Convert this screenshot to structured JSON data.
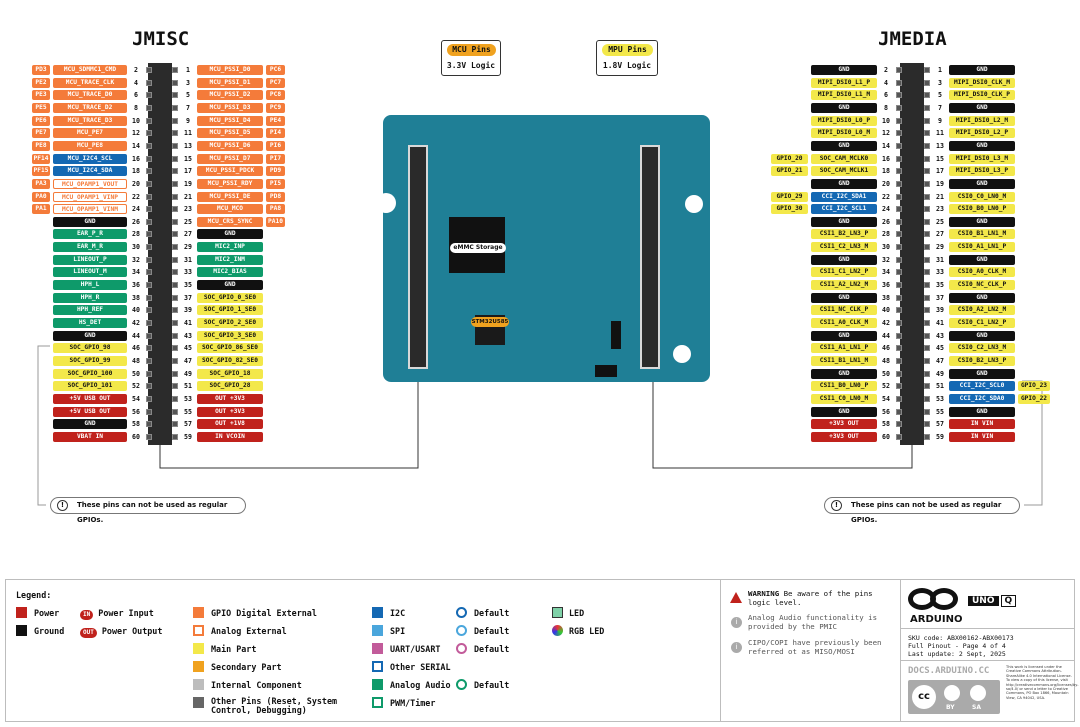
{
  "titles": {
    "left": "JMISC",
    "right": "JMEDIA"
  },
  "boxes": {
    "mcu_tag": "MCU Pins",
    "mcu_sub": "3.3V Logic",
    "mpu_tag": "MPU Pins",
    "mpu_sub": "1.8V Logic"
  },
  "board_labels": {
    "emmc": "eMMC Storage",
    "stm": "STM32U585"
  },
  "notes": {
    "left": "These pins can not be used as regular GPIOs.",
    "right": "These pins can not be used as regular GPIOs."
  },
  "colors": {
    "orange": "#f47b3a",
    "black": "#111111",
    "yellow": "#f3e84a",
    "green": "#0e9a6a",
    "red": "#c0221c",
    "blue": "#1468b3",
    "lightblue": "#4aa6dc",
    "gold": "#f0a21f",
    "teal": "#1f7f96"
  },
  "jmisc_left": [
    {
      "n": "2",
      "labels": [
        [
          "PD3",
          "orange"
        ],
        [
          "MCU_SDMMC1_CMD",
          "orange"
        ]
      ]
    },
    {
      "n": "4",
      "labels": [
        [
          "PE2",
          "orange"
        ],
        [
          "MCU_TRACE_CLK",
          "orange"
        ]
      ]
    },
    {
      "n": "6",
      "labels": [
        [
          "PE3",
          "orange"
        ],
        [
          "MCU_TRACE_D0",
          "orange"
        ]
      ]
    },
    {
      "n": "8",
      "labels": [
        [
          "PE5",
          "orange"
        ],
        [
          "MCU_TRACE_D2",
          "orange"
        ]
      ]
    },
    {
      "n": "10",
      "labels": [
        [
          "PE6",
          "orange"
        ],
        [
          "MCU_TRACE_D3",
          "orange"
        ]
      ]
    },
    {
      "n": "12",
      "labels": [
        [
          "PE7",
          "orange"
        ],
        [
          "MCU_PE7",
          "orange"
        ]
      ]
    },
    {
      "n": "14",
      "labels": [
        [
          "PE8",
          "orange"
        ],
        [
          "MCU_PE8",
          "orange"
        ]
      ]
    },
    {
      "n": "16",
      "labels": [
        [
          "PF14",
          "orange"
        ],
        [
          "MCU_I2C4_SCL",
          "blue"
        ]
      ]
    },
    {
      "n": "18",
      "labels": [
        [
          "PF15",
          "orange"
        ],
        [
          "MCU_I2C4_SDA",
          "blue"
        ]
      ]
    },
    {
      "n": "20",
      "labels": [
        [
          "PA3",
          "orange"
        ],
        [
          "MCU_OPAMP1_VOUT",
          "outline"
        ]
      ]
    },
    {
      "n": "22",
      "labels": [
        [
          "PA0",
          "orange"
        ],
        [
          "MCU_OPAMP1_VINP",
          "outline"
        ]
      ]
    },
    {
      "n": "24",
      "labels": [
        [
          "PA1",
          "orange"
        ],
        [
          "MCU_OPAMP1_VINM",
          "outline"
        ]
      ]
    },
    {
      "n": "26",
      "labels": [
        [
          "GND",
          "black"
        ]
      ]
    },
    {
      "n": "28",
      "labels": [
        [
          "EAR_P_R",
          "green"
        ]
      ]
    },
    {
      "n": "30",
      "labels": [
        [
          "EAR_M_R",
          "green"
        ]
      ]
    },
    {
      "n": "32",
      "labels": [
        [
          "LINEOUT_P",
          "green"
        ]
      ]
    },
    {
      "n": "34",
      "labels": [
        [
          "LINEOUT_M",
          "green"
        ]
      ]
    },
    {
      "n": "36",
      "labels": [
        [
          "HPH_L",
          "green"
        ]
      ]
    },
    {
      "n": "38",
      "labels": [
        [
          "HPH_R",
          "green"
        ]
      ]
    },
    {
      "n": "40",
      "labels": [
        [
          "HPH_REF",
          "green"
        ]
      ]
    },
    {
      "n": "42",
      "labels": [
        [
          "HS_DET",
          "green"
        ]
      ]
    },
    {
      "n": "44",
      "labels": [
        [
          "GND",
          "black"
        ]
      ]
    },
    {
      "n": "46",
      "labels": [
        [
          "SOC_GPIO_98",
          "yellow"
        ]
      ]
    },
    {
      "n": "48",
      "labels": [
        [
          "SOC_GPIO_99",
          "yellow"
        ]
      ]
    },
    {
      "n": "50",
      "labels": [
        [
          "SOC_GPIO_100",
          "yellow"
        ]
      ]
    },
    {
      "n": "52",
      "labels": [
        [
          "SOC_GPIO_101",
          "yellow"
        ]
      ]
    },
    {
      "n": "54",
      "labels": [
        [
          "+5V USB OUT",
          "red"
        ]
      ]
    },
    {
      "n": "56",
      "labels": [
        [
          "+5V USB OUT",
          "red"
        ]
      ]
    },
    {
      "n": "58",
      "labels": [
        [
          "GND",
          "black"
        ]
      ]
    },
    {
      "n": "60",
      "labels": [
        [
          "VBAT IN",
          "red"
        ]
      ]
    }
  ],
  "jmisc_right": [
    {
      "n": "1",
      "labels": [
        [
          "MCU_PSSI_D0",
          "orange"
        ],
        [
          "PC6",
          "orange"
        ]
      ]
    },
    {
      "n": "3",
      "labels": [
        [
          "MCU_PSSI_D1",
          "orange"
        ],
        [
          "PC7",
          "orange"
        ]
      ]
    },
    {
      "n": "5",
      "labels": [
        [
          "MCU_PSSI_D2",
          "orange"
        ],
        [
          "PC8",
          "orange"
        ]
      ]
    },
    {
      "n": "7",
      "labels": [
        [
          "MCU_PSSI_D3",
          "orange"
        ],
        [
          "PC9",
          "orange"
        ]
      ]
    },
    {
      "n": "9",
      "labels": [
        [
          "MCU_PSSI_D4",
          "orange"
        ],
        [
          "PE4",
          "orange"
        ]
      ]
    },
    {
      "n": "11",
      "labels": [
        [
          "MCU_PSSI_D5",
          "orange"
        ],
        [
          "PI4",
          "orange"
        ]
      ]
    },
    {
      "n": "13",
      "labels": [
        [
          "MCU_PSSI_D6",
          "orange"
        ],
        [
          "PI6",
          "orange"
        ]
      ]
    },
    {
      "n": "15",
      "labels": [
        [
          "MCU_PSSI_D7",
          "orange"
        ],
        [
          "PI7",
          "orange"
        ]
      ]
    },
    {
      "n": "17",
      "labels": [
        [
          "MCU_PSSI_PDCK",
          "orange"
        ],
        [
          "PD9",
          "orange"
        ]
      ]
    },
    {
      "n": "19",
      "labels": [
        [
          "MCU_PSSI_RDY",
          "orange"
        ],
        [
          "PI5",
          "orange"
        ]
      ]
    },
    {
      "n": "21",
      "labels": [
        [
          "MCU_PSSI_DE",
          "orange"
        ],
        [
          "PD8",
          "orange"
        ]
      ]
    },
    {
      "n": "23",
      "labels": [
        [
          "MCU_MCO",
          "orange"
        ],
        [
          "PA8",
          "orange"
        ]
      ]
    },
    {
      "n": "25",
      "labels": [
        [
          "MCU_CRS_SYNC",
          "orange"
        ],
        [
          "PA10",
          "orange"
        ]
      ]
    },
    {
      "n": "27",
      "labels": [
        [
          "GND",
          "black"
        ]
      ]
    },
    {
      "n": "29",
      "labels": [
        [
          "MIC2_INP",
          "green"
        ]
      ]
    },
    {
      "n": "31",
      "labels": [
        [
          "MIC2_INM",
          "green"
        ]
      ]
    },
    {
      "n": "33",
      "labels": [
        [
          "MIC2_BIAS",
          "green"
        ]
      ]
    },
    {
      "n": "35",
      "labels": [
        [
          "GND",
          "black"
        ]
      ]
    },
    {
      "n": "37",
      "labels": [
        [
          "SOC_GPIO_0_SE0",
          "yellow"
        ]
      ]
    },
    {
      "n": "39",
      "labels": [
        [
          "SOC_GPIO_1_SE0",
          "yellow"
        ]
      ]
    },
    {
      "n": "41",
      "labels": [
        [
          "SOC_GPIO_2_SE0",
          "yellow"
        ]
      ]
    },
    {
      "n": "43",
      "labels": [
        [
          "SOC_GPIO_3_SE0",
          "yellow"
        ]
      ]
    },
    {
      "n": "45",
      "labels": [
        [
          "SOC_GPIO_86_SE0",
          "yellow"
        ]
      ]
    },
    {
      "n": "47",
      "labels": [
        [
          "SOC_GPIO_82_SE0",
          "yellow"
        ]
      ]
    },
    {
      "n": "49",
      "labels": [
        [
          "SOC_GPIO_18",
          "yellow"
        ]
      ]
    },
    {
      "n": "51",
      "labels": [
        [
          "SOC_GPIO_28",
          "yellow"
        ]
      ]
    },
    {
      "n": "53",
      "labels": [
        [
          "OUT +3V3",
          "red"
        ]
      ]
    },
    {
      "n": "55",
      "labels": [
        [
          "OUT +3V3",
          "red"
        ]
      ]
    },
    {
      "n": "57",
      "labels": [
        [
          "OUT +1V8",
          "red"
        ]
      ]
    },
    {
      "n": "59",
      "labels": [
        [
          "IN VCOIN",
          "red"
        ]
      ]
    }
  ],
  "jmedia_left": [
    {
      "n": "2",
      "labels": [
        [
          "GND",
          "black"
        ]
      ]
    },
    {
      "n": "4",
      "labels": [
        [
          "MIPI_DSI0_L1_P",
          "yellow"
        ]
      ]
    },
    {
      "n": "6",
      "labels": [
        [
          "MIPI_DSI0_L1_M",
          "yellow"
        ]
      ]
    },
    {
      "n": "8",
      "labels": [
        [
          "GND",
          "black"
        ]
      ]
    },
    {
      "n": "10",
      "labels": [
        [
          "MIPI_DSI0_L0_P",
          "yellow"
        ]
      ]
    },
    {
      "n": "12",
      "labels": [
        [
          "MIPI_DSI0_L0_M",
          "yellow"
        ]
      ]
    },
    {
      "n": "14",
      "labels": [
        [
          "GND",
          "black"
        ]
      ]
    },
    {
      "n": "16",
      "labels": [
        [
          "GPIO_20",
          "yellow"
        ],
        [
          "SOC_CAM_MCLK0",
          "yellow"
        ]
      ]
    },
    {
      "n": "18",
      "labels": [
        [
          "GPIO_21",
          "yellow"
        ],
        [
          "SOC_CAM_MCLK1",
          "yellow"
        ]
      ]
    },
    {
      "n": "20",
      "labels": [
        [
          "GND",
          "black"
        ]
      ]
    },
    {
      "n": "22",
      "labels": [
        [
          "GPIO_29",
          "yellow"
        ],
        [
          "CCI_I2C_SDA1",
          "blue"
        ]
      ]
    },
    {
      "n": "24",
      "labels": [
        [
          "GPIO_30",
          "yellow"
        ],
        [
          "CCI_I2C_SCL1",
          "blue"
        ]
      ]
    },
    {
      "n": "26",
      "labels": [
        [
          "GND",
          "black"
        ]
      ]
    },
    {
      "n": "28",
      "labels": [
        [
          "CSI1_B2_LN3_P",
          "yellow"
        ]
      ]
    },
    {
      "n": "30",
      "labels": [
        [
          "CSI1_C2_LN3_M",
          "yellow"
        ]
      ]
    },
    {
      "n": "32",
      "labels": [
        [
          "GND",
          "black"
        ]
      ]
    },
    {
      "n": "34",
      "labels": [
        [
          "CSI1_C1_LN2_P",
          "yellow"
        ]
      ]
    },
    {
      "n": "36",
      "labels": [
        [
          "CSI1_A2_LN2_M",
          "yellow"
        ]
      ]
    },
    {
      "n": "38",
      "labels": [
        [
          "GND",
          "black"
        ]
      ]
    },
    {
      "n": "40",
      "labels": [
        [
          "CSI1_NC_CLK_P",
          "yellow"
        ]
      ]
    },
    {
      "n": "42",
      "labels": [
        [
          "CSI1_A0_CLK_M",
          "yellow"
        ]
      ]
    },
    {
      "n": "44",
      "labels": [
        [
          "GND",
          "black"
        ]
      ]
    },
    {
      "n": "46",
      "labels": [
        [
          "CSI1_A1_LN1_P",
          "yellow"
        ]
      ]
    },
    {
      "n": "48",
      "labels": [
        [
          "CSI1_B1_LN1_M",
          "yellow"
        ]
      ]
    },
    {
      "n": "50",
      "labels": [
        [
          "GND",
          "black"
        ]
      ]
    },
    {
      "n": "52",
      "labels": [
        [
          "CSI1_B0_LN0_P",
          "yellow"
        ]
      ]
    },
    {
      "n": "54",
      "labels": [
        [
          "CSI1_C0_LN0_M",
          "yellow"
        ]
      ]
    },
    {
      "n": "56",
      "labels": [
        [
          "GND",
          "black"
        ]
      ]
    },
    {
      "n": "58",
      "labels": [
        [
          "+3V3 OUT",
          "red"
        ]
      ]
    },
    {
      "n": "60",
      "labels": [
        [
          "+3V3 OUT",
          "red"
        ]
      ]
    }
  ],
  "jmedia_right": [
    {
      "n": "1",
      "labels": [
        [
          "GND",
          "black"
        ]
      ]
    },
    {
      "n": "3",
      "labels": [
        [
          "MIPI_DSI0_CLK_M",
          "yellow"
        ]
      ]
    },
    {
      "n": "5",
      "labels": [
        [
          "MIPI_DSI0_CLK_P",
          "yellow"
        ]
      ]
    },
    {
      "n": "7",
      "labels": [
        [
          "GND",
          "black"
        ]
      ]
    },
    {
      "n": "9",
      "labels": [
        [
          "MIPI_DSI0_L2_M",
          "yellow"
        ]
      ]
    },
    {
      "n": "11",
      "labels": [
        [
          "MIPI_DSI0_L2_P",
          "yellow"
        ]
      ]
    },
    {
      "n": "13",
      "labels": [
        [
          "GND",
          "black"
        ]
      ]
    },
    {
      "n": "15",
      "labels": [
        [
          "MIPI_DSI0_L3_M",
          "yellow"
        ]
      ]
    },
    {
      "n": "17",
      "labels": [
        [
          "MIPI_DSI0_L3_P",
          "yellow"
        ]
      ]
    },
    {
      "n": "19",
      "labels": [
        [
          "GND",
          "black"
        ]
      ]
    },
    {
      "n": "21",
      "labels": [
        [
          "CSI0_C0_LN0_M",
          "yellow"
        ]
      ]
    },
    {
      "n": "23",
      "labels": [
        [
          "CSI0_B0_LN0_P",
          "yellow"
        ]
      ]
    },
    {
      "n": "25",
      "labels": [
        [
          "GND",
          "black"
        ]
      ]
    },
    {
      "n": "27",
      "labels": [
        [
          "CSI0_B1_LN1_M",
          "yellow"
        ]
      ]
    },
    {
      "n": "29",
      "labels": [
        [
          "CSI0_A1_LN1_P",
          "yellow"
        ]
      ]
    },
    {
      "n": "31",
      "labels": [
        [
          "GND",
          "black"
        ]
      ]
    },
    {
      "n": "33",
      "labels": [
        [
          "CSI0_A0_CLK_M",
          "yellow"
        ]
      ]
    },
    {
      "n": "35",
      "labels": [
        [
          "CSI0_NC_CLK_P",
          "yellow"
        ]
      ]
    },
    {
      "n": "37",
      "labels": [
        [
          "GND",
          "black"
        ]
      ]
    },
    {
      "n": "39",
      "labels": [
        [
          "CSI0_A2_LN2_M",
          "yellow"
        ]
      ]
    },
    {
      "n": "41",
      "labels": [
        [
          "CSI0_C1_LN2_P",
          "yellow"
        ]
      ]
    },
    {
      "n": "43",
      "labels": [
        [
          "GND",
          "black"
        ]
      ]
    },
    {
      "n": "45",
      "labels": [
        [
          "CSI0_C2_LN3_M",
          "yellow"
        ]
      ]
    },
    {
      "n": "47",
      "labels": [
        [
          "CSI0_B2_LN3_P",
          "yellow"
        ]
      ]
    },
    {
      "n": "49",
      "labels": [
        [
          "GND",
          "black"
        ]
      ]
    },
    {
      "n": "51",
      "labels": [
        [
          "CCI_I2C_SCL0",
          "blue"
        ],
        [
          "GPIO_23",
          "yellow"
        ]
      ]
    },
    {
      "n": "53",
      "labels": [
        [
          "CCI_I2C_SDA0",
          "blue"
        ],
        [
          "GPIO_22",
          "yellow"
        ]
      ]
    },
    {
      "n": "55",
      "labels": [
        [
          "GND",
          "black"
        ]
      ]
    },
    {
      "n": "57",
      "labels": [
        [
          "IN VIN",
          "red"
        ]
      ]
    },
    {
      "n": "59",
      "labels": [
        [
          "IN VIN",
          "red"
        ]
      ]
    }
  ],
  "legend": {
    "title": "Legend:",
    "power": "Power",
    "ground": "Ground",
    "power_input": "Power Input",
    "power_output": "Power Output",
    "gpio_ext": "GPIO Digital External",
    "analog_ext": "Analog External",
    "main_part": "Main Part",
    "secondary": "Secondary Part",
    "internal": "Internal Component",
    "other_pins": "Other Pins (Reset, System Control, Debugging)",
    "i2c": "I2C",
    "spi": "SPI",
    "uart": "UART/USART",
    "other_serial": "Other SERIAL",
    "analog_audio": "Analog Audio",
    "pwm": "PWM/Timer",
    "default1": "Default",
    "default2": "Default",
    "default3": "Default",
    "default4": "Default",
    "led": "LED",
    "rgb_led": "RGB LED",
    "warning_bold": "WARNING",
    "warning": "Be aware of the pins logic level.",
    "info1": "Analog Audio functionality is provided by the PMIC",
    "info2": "CIPO/COPI have previously been referred ot as MISO/MOSI",
    "brand": "ARDUINO",
    "product": "UNO",
    "product_tag": "Q",
    "sku": "SKU code: ABX00162-ABX00173",
    "pinout": "Full Pinout - Page 4 of 4",
    "update": "Last update: 2 Sept, 2025",
    "docs": "DOCS.ARDUINO.CC",
    "license": "This work is licensed under the Creative Commons Attribution-ShareAlike 4.0 International License. To view a copy of this license, visit http://creativecommons.org/licenses/by-sa/4.0/ or send a letter to Creative Commons, PO Box 1866, Mountain View, CA 94042, USA.",
    "by": "BY",
    "sa": "SA"
  }
}
